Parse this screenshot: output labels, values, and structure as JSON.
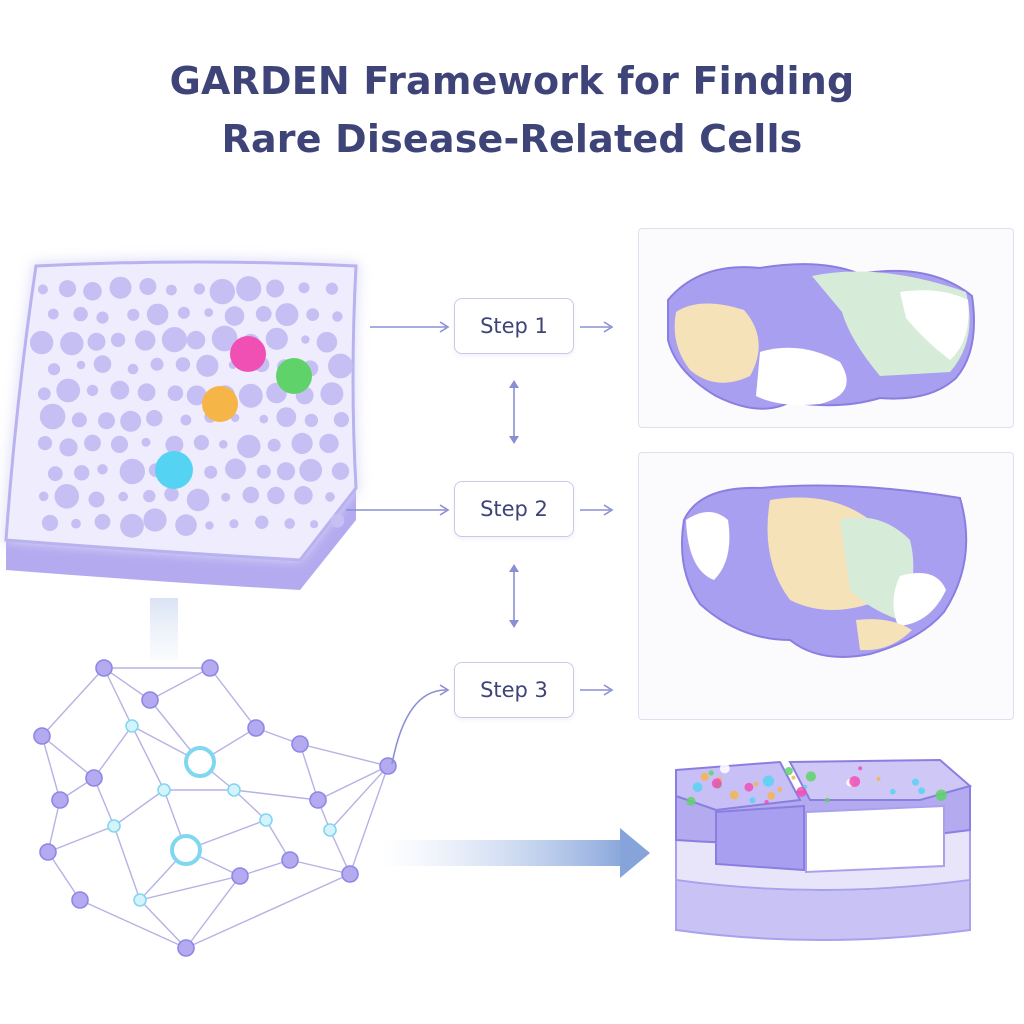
{
  "title": {
    "line1": "GARDEN Framework for Finding",
    "line2": "Rare Disease-Related Cells"
  },
  "steps": [
    {
      "label": "Step 1"
    },
    {
      "label": "Step 2"
    },
    {
      "label": "Step 3"
    }
  ],
  "colors": {
    "title": "#3f4478",
    "tissue": "#b8b2ef",
    "cell_pink": "#f04fb4",
    "cell_green": "#5fd36a",
    "cell_orange": "#f6b547",
    "cell_cyan": "#55d3f2",
    "node": "#b3aaf0",
    "node_highlight": "#9ee6f7",
    "arrow": "#8a8fd4"
  },
  "icons": {
    "tissue": "tissue-slice-icon",
    "graph": "cell-graph-icon",
    "stack": "layer-stack-icon"
  }
}
